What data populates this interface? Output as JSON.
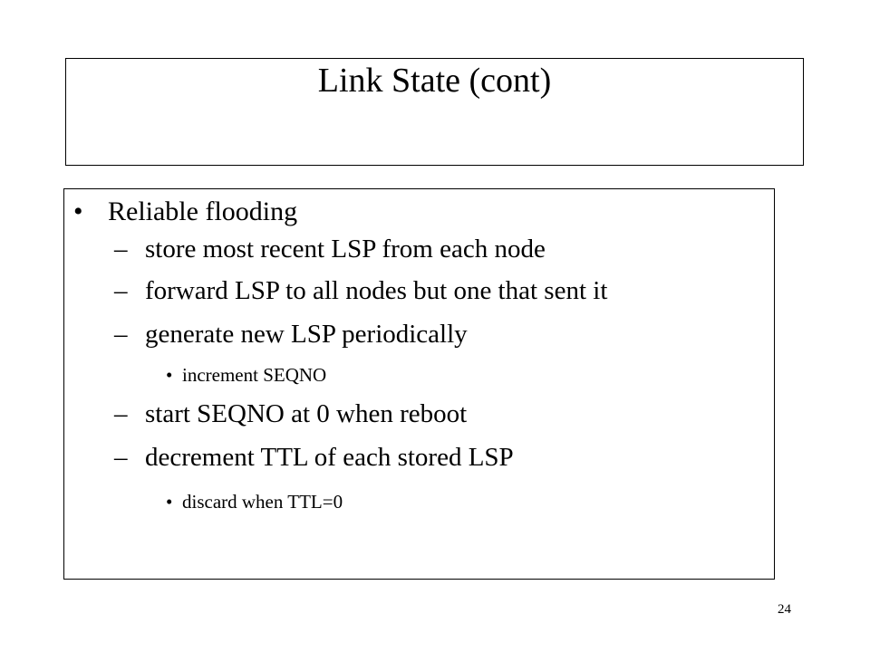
{
  "slide": {
    "title": "Link State (cont)",
    "page_number": "24",
    "bullets": [
      {
        "level": 1,
        "marker": "•",
        "text": "Reliable  flooding"
      },
      {
        "level": 2,
        "marker": "–",
        "text": "store most recent LSP from each node"
      },
      {
        "level": 2,
        "marker": "–",
        "text": "forward LSP to all nodes but one that sent it"
      },
      {
        "level": 2,
        "marker": "–",
        "text": "generate new LSP periodically"
      },
      {
        "level": 3,
        "marker": "•",
        "text": "increment  SEQNO"
      },
      {
        "level": 2,
        "marker": "–",
        "text": "start SEQNO at 0 when reboot"
      },
      {
        "level": 2,
        "marker": "–",
        "text": "decrement TTL of each stored LSP"
      },
      {
        "level": 3,
        "marker": "•",
        "text": "discard when TTL=0"
      }
    ]
  }
}
